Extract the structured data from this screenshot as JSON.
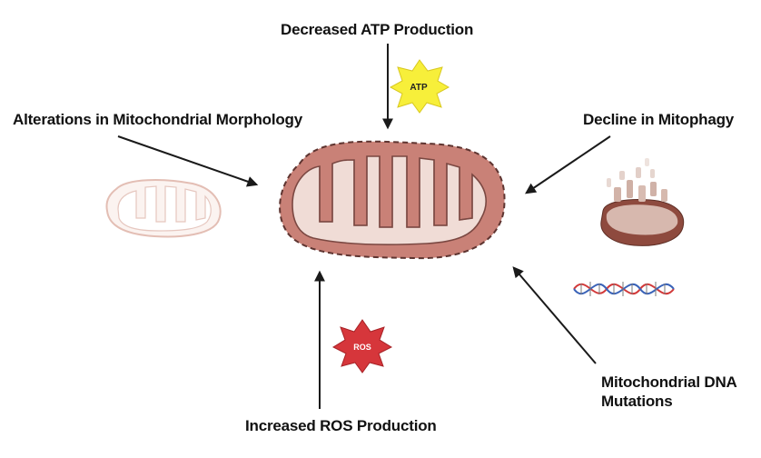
{
  "diagram": {
    "center": "mitochondrion",
    "labels": {
      "atp": "Decreased ATP Production",
      "morphology": "Alterations in Mitochondrial Morphology",
      "mitophagy": "Decline in Mitophagy",
      "dna": "Mitochondrial DNA Mutations",
      "ros": "Increased ROS Production"
    },
    "badges": {
      "atp": "ATP",
      "ros": "ROS"
    },
    "colors": {
      "mito_outer": "#c98177",
      "mito_inner": "#f0dcd6",
      "mito_outline": "#6b3d38",
      "atp_star": "#f7ef3a",
      "ros_star": "#d6363b",
      "arrow": "#1a1a1a",
      "dna_red": "#d23a3a",
      "dna_blue": "#3a63b8"
    }
  }
}
